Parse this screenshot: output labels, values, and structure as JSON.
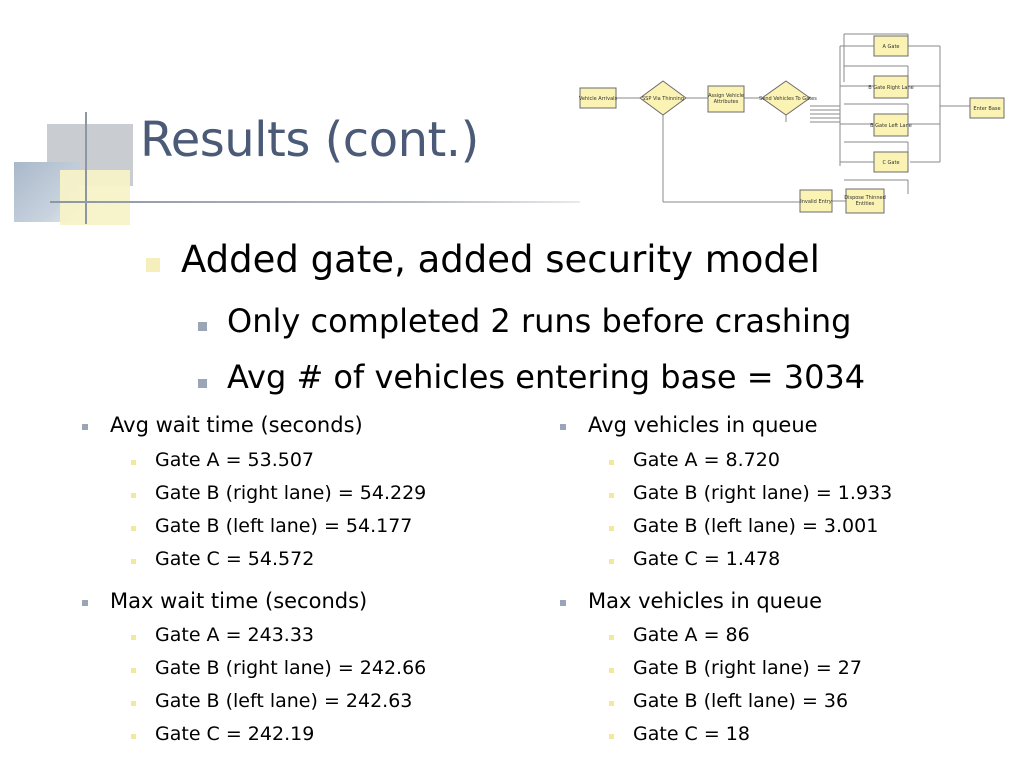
{
  "title": "Results (cont.)",
  "main_bullet": "Added gate, added security model",
  "sub_bullets": [
    "Only completed 2 runs before crashing",
    "Avg # of vehicles entering base = 3034"
  ],
  "left_column": [
    {
      "heading": "Avg wait time (seconds)",
      "items": [
        "Gate A = 53.507",
        "Gate B (right lane) = 54.229",
        "Gate B (left lane) = 54.177",
        "Gate C = 54.572"
      ]
    },
    {
      "heading": "Max wait time (seconds)",
      "items": [
        "Gate A = 243.33",
        "Gate B (right lane) = 242.66",
        "Gate B (left lane) = 242.63",
        "Gate C = 242.19"
      ]
    }
  ],
  "right_column": [
    {
      "heading": "Avg vehicles in queue",
      "items": [
        "Gate A = 8.720",
        "Gate B (right lane) = 1.933",
        "Gate B (left lane) = 3.001",
        "Gate C = 1.478"
      ]
    },
    {
      "heading": "Max vehicles in queue",
      "items": [
        "Gate A = 86",
        "Gate B (right lane) = 27",
        "Gate B (left lane) = 36",
        "Gate C = 18"
      ]
    }
  ],
  "flowchart": {
    "nodes": {
      "vehicle_arrivals": "Vehicle Arrivals",
      "ssp": "SSP Via Thinning",
      "assign": [
        "Assign Vehicle",
        "Attributes"
      ],
      "send": "Send Vehicles To Gates",
      "a_gate": "A Gate",
      "b_right": "B Gate Right Lane",
      "b_left": "B Gate Left Lane",
      "c_gate": "C Gate",
      "enter_base": "Enter Base",
      "invalid": "Invalid Entry",
      "dispose": [
        "Dispose Thinned",
        "Entities"
      ]
    },
    "colors": {
      "node_fill": "#fbf3b4",
      "node_stroke": "#6b6b6b",
      "line": "#8a8a8a"
    }
  },
  "colors": {
    "title": "#4a5a77",
    "bullet_level1": "#f5efbc",
    "bullet_level2": "#9aa6b6",
    "bullet_level4": "#f2ea9a"
  }
}
